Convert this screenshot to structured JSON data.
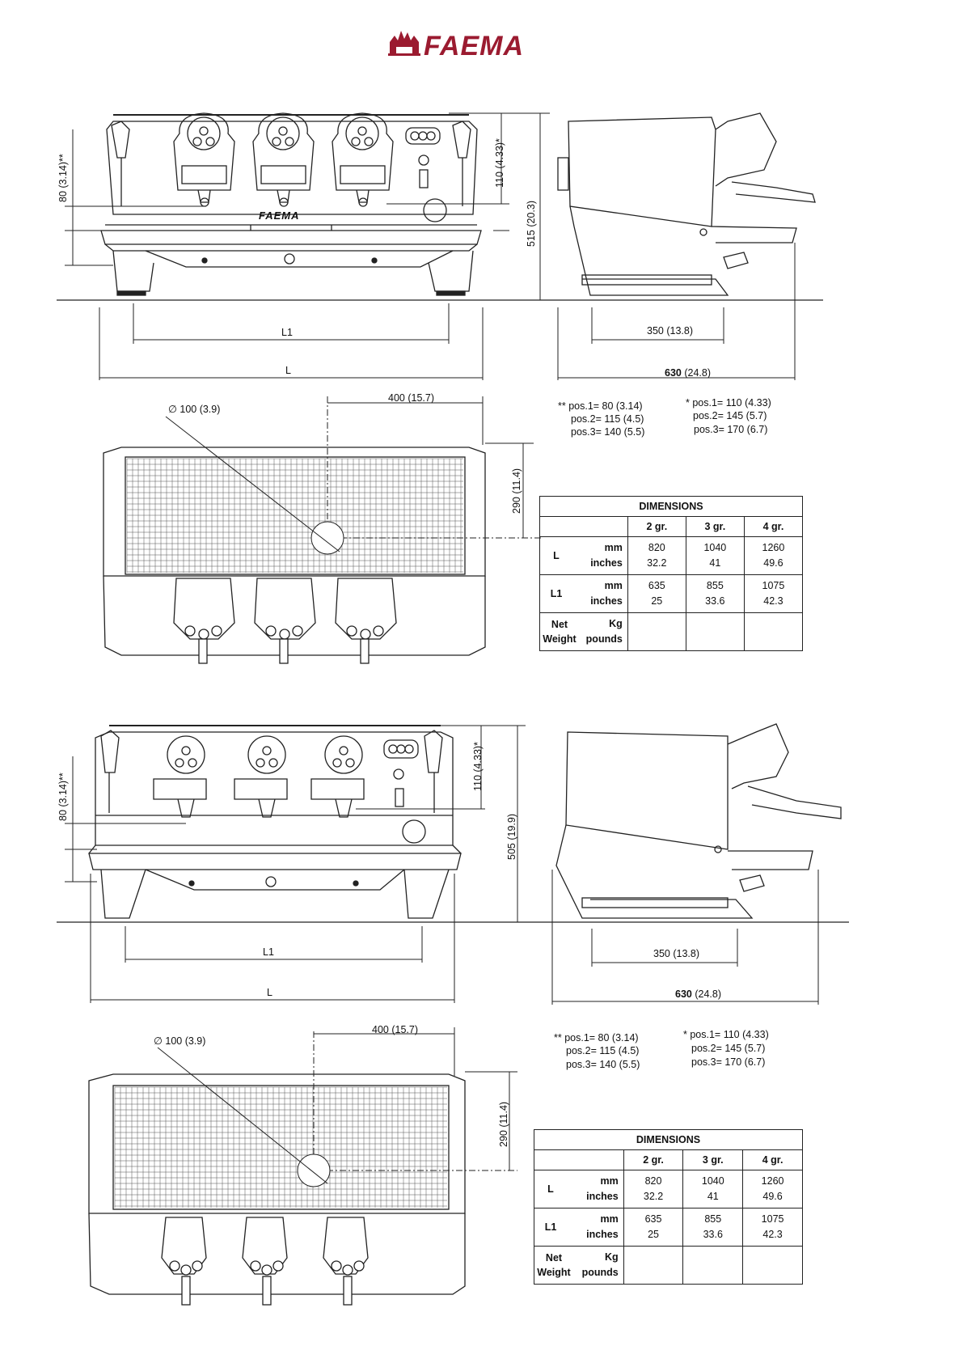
{
  "brand": {
    "name": "FAEMA",
    "color": "#9b1b30"
  },
  "drawings": [
    {
      "label_h_left": "80 (3.14)**",
      "label_h_right": "110 (4.33)*",
      "label_height": "515 (20.3)",
      "label_L1": "L1",
      "label_L": "L",
      "label_side_inner": "350 (13.8)",
      "label_side_total_bold": "630",
      "label_side_total_rest": " (24.8)",
      "label_diameter": "∅ 100 (3.9)",
      "label_offset": "400 (15.7)",
      "label_depth": "290 (11.4)",
      "pos_left": [
        "** pos.1= 80 (3.14)",
        "pos.2= 115 (4.5)",
        "pos.3= 140 (5.5)"
      ],
      "pos_right": [
        "* pos.1= 110 (4.33)",
        "pos.2= 145 (5.7)",
        "pos.3= 170 (6.7)"
      ],
      "machine_logo": "FAEMA"
    },
    {
      "label_h_left": "80 (3.14)**",
      "label_h_right": "110 (4.33)*",
      "label_height": "505 (19.9)",
      "label_L1": "L1",
      "label_L": "L",
      "label_side_inner": "350 (13.8)",
      "label_side_total_bold": "630",
      "label_side_total_rest": " (24.8)",
      "label_diameter": "∅ 100 (3.9)",
      "label_offset": "400 (15.7)",
      "label_depth": "290 (11.4)",
      "pos_left": [
        "** pos.1= 80 (3.14)",
        "pos.2= 115 (4.5)",
        "pos.3= 140 (5.5)"
      ],
      "pos_right": [
        "* pos.1= 110 (4.33)",
        "pos.2= 145 (5.7)",
        "pos.3= 170 (6.7)"
      ],
      "machine_logo": ""
    }
  ],
  "tables": [
    {
      "title": "DIMENSIONS",
      "columns": [
        "2 gr.",
        "3 gr.",
        "4 gr."
      ],
      "rows": [
        {
          "label": "L",
          "units": [
            "mm",
            "inches"
          ],
          "values": [
            [
              "820",
              "32.2"
            ],
            [
              "1040",
              "41"
            ],
            [
              "1260",
              "49.6"
            ]
          ]
        },
        {
          "label": "L1",
          "units": [
            "mm",
            "inches"
          ],
          "values": [
            [
              "635",
              "25"
            ],
            [
              "855",
              "33.6"
            ],
            [
              "1075",
              "42.3"
            ]
          ]
        },
        {
          "label": "Net Weight",
          "units": [
            "Kg",
            "pounds"
          ],
          "values": [
            [
              "",
              ""
            ],
            [
              "",
              ""
            ],
            [
              "",
              ""
            ]
          ]
        }
      ]
    },
    {
      "title": "DIMENSIONS",
      "columns": [
        "2 gr.",
        "3 gr.",
        "4 gr."
      ],
      "rows": [
        {
          "label": "L",
          "units": [
            "mm",
            "inches"
          ],
          "values": [
            [
              "820",
              "32.2"
            ],
            [
              "1040",
              "41"
            ],
            [
              "1260",
              "49.6"
            ]
          ]
        },
        {
          "label": "L1",
          "units": [
            "mm",
            "inches"
          ],
          "values": [
            [
              "635",
              "25"
            ],
            [
              "855",
              "33.6"
            ],
            [
              "1075",
              "42.3"
            ]
          ]
        },
        {
          "label": "Net Weight",
          "units": [
            "Kg",
            "pounds"
          ],
          "values": [
            [
              "",
              ""
            ],
            [
              "",
              ""
            ],
            [
              "",
              ""
            ]
          ]
        }
      ]
    }
  ]
}
